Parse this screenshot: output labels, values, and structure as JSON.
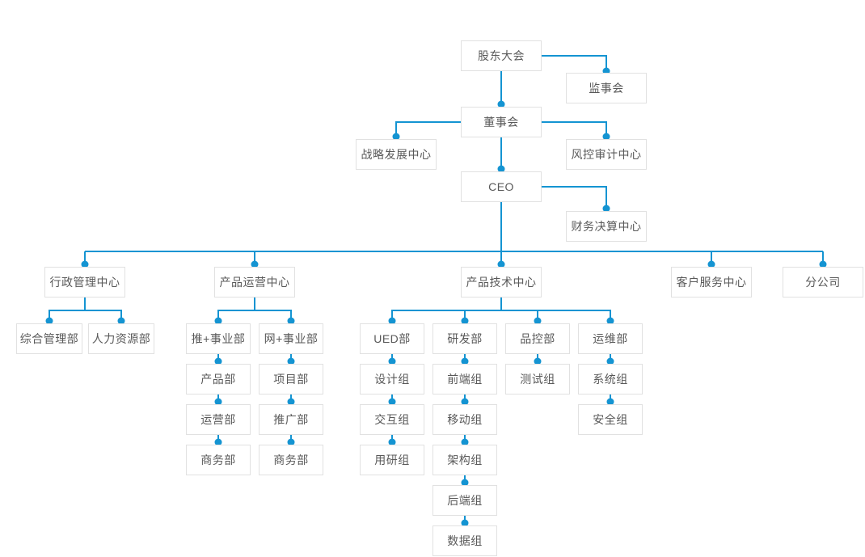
{
  "org_chart": {
    "type": "org-tree",
    "colors": {
      "line": "#1494d2",
      "dot": "#1494d2",
      "box_border": "#e1e1e1",
      "box_bg": "#ffffff",
      "text": "#595959"
    },
    "nodes": {
      "shareholders": "股东大会",
      "supervisory_board": "监事会",
      "board_of_directors": "董事会",
      "strategy_center": "战略发展中心",
      "risk_audit_center": "风控审计中心",
      "ceo": "CEO",
      "finance_center": "财务决算中心",
      "admin_center": "行政管理中心",
      "product_ops_center": "产品运营中心",
      "product_tech_center": "产品技术中心",
      "customer_service_center": "客户服务中心",
      "branch_company": "分公司",
      "general_admin_dept": "综合管理部",
      "hr_dept": "人力资源部",
      "tui_business_dept": "推+事业部",
      "wang_business_dept": "网+事业部",
      "ued_dept": "UED部",
      "rd_dept": "研发部",
      "qc_dept": "品控部",
      "ops_maint_dept": "运维部",
      "product_dept": "产品部",
      "project_dept": "项目部",
      "design_team": "设计组",
      "frontend_team": "前端组",
      "testing_team": "测试组",
      "system_team": "系统组",
      "operation_dept": "运营部",
      "promotion_dept": "推广部",
      "interaction_team": "交互组",
      "mobile_team": "移动组",
      "security_team": "安全组",
      "business_dept_tui": "商务部",
      "business_dept_wang": "商务部",
      "user_research_team": "用研组",
      "architecture_team": "架构组",
      "backend_team": "后端组",
      "data_team": "数据组"
    },
    "hierarchy": {
      "label": "股东大会",
      "children": [
        {
          "label": "监事会"
        },
        {
          "label": "董事会",
          "children": [
            {
              "label": "战略发展中心"
            },
            {
              "label": "风控审计中心"
            },
            {
              "label": "CEO",
              "children": [
                {
                  "label": "财务决算中心"
                },
                {
                  "label": "行政管理中心",
                  "children": [
                    {
                      "label": "综合管理部"
                    },
                    {
                      "label": "人力资源部"
                    }
                  ]
                },
                {
                  "label": "产品运营中心",
                  "children": [
                    {
                      "label": "推+事业部",
                      "children": [
                        {
                          "label": "产品部",
                          "children": [
                            {
                              "label": "运营部",
                              "children": [
                                {
                                  "label": "商务部"
                                }
                              ]
                            }
                          ]
                        }
                      ]
                    },
                    {
                      "label": "网+事业部",
                      "children": [
                        {
                          "label": "项目部",
                          "children": [
                            {
                              "label": "推广部",
                              "children": [
                                {
                                  "label": "商务部"
                                }
                              ]
                            }
                          ]
                        }
                      ]
                    }
                  ]
                },
                {
                  "label": "产品技术中心",
                  "children": [
                    {
                      "label": "UED部",
                      "children": [
                        {
                          "label": "设计组",
                          "children": [
                            {
                              "label": "交互组",
                              "children": [
                                {
                                  "label": "用研组"
                                }
                              ]
                            }
                          ]
                        }
                      ]
                    },
                    {
                      "label": "研发部",
                      "children": [
                        {
                          "label": "前端组",
                          "children": [
                            {
                              "label": "移动组",
                              "children": [
                                {
                                  "label": "架构组",
                                  "children": [
                                    {
                                      "label": "后端组",
                                      "children": [
                                        {
                                          "label": "数据组"
                                        }
                                      ]
                                    }
                                  ]
                                }
                              ]
                            }
                          ]
                        }
                      ]
                    },
                    {
                      "label": "品控部",
                      "children": [
                        {
                          "label": "测试组"
                        }
                      ]
                    },
                    {
                      "label": "运维部",
                      "children": [
                        {
                          "label": "系统组",
                          "children": [
                            {
                              "label": "安全组"
                            }
                          ]
                        }
                      ]
                    }
                  ]
                },
                {
                  "label": "客户服务中心"
                },
                {
                  "label": "分公司"
                }
              ]
            }
          ]
        }
      ]
    }
  }
}
